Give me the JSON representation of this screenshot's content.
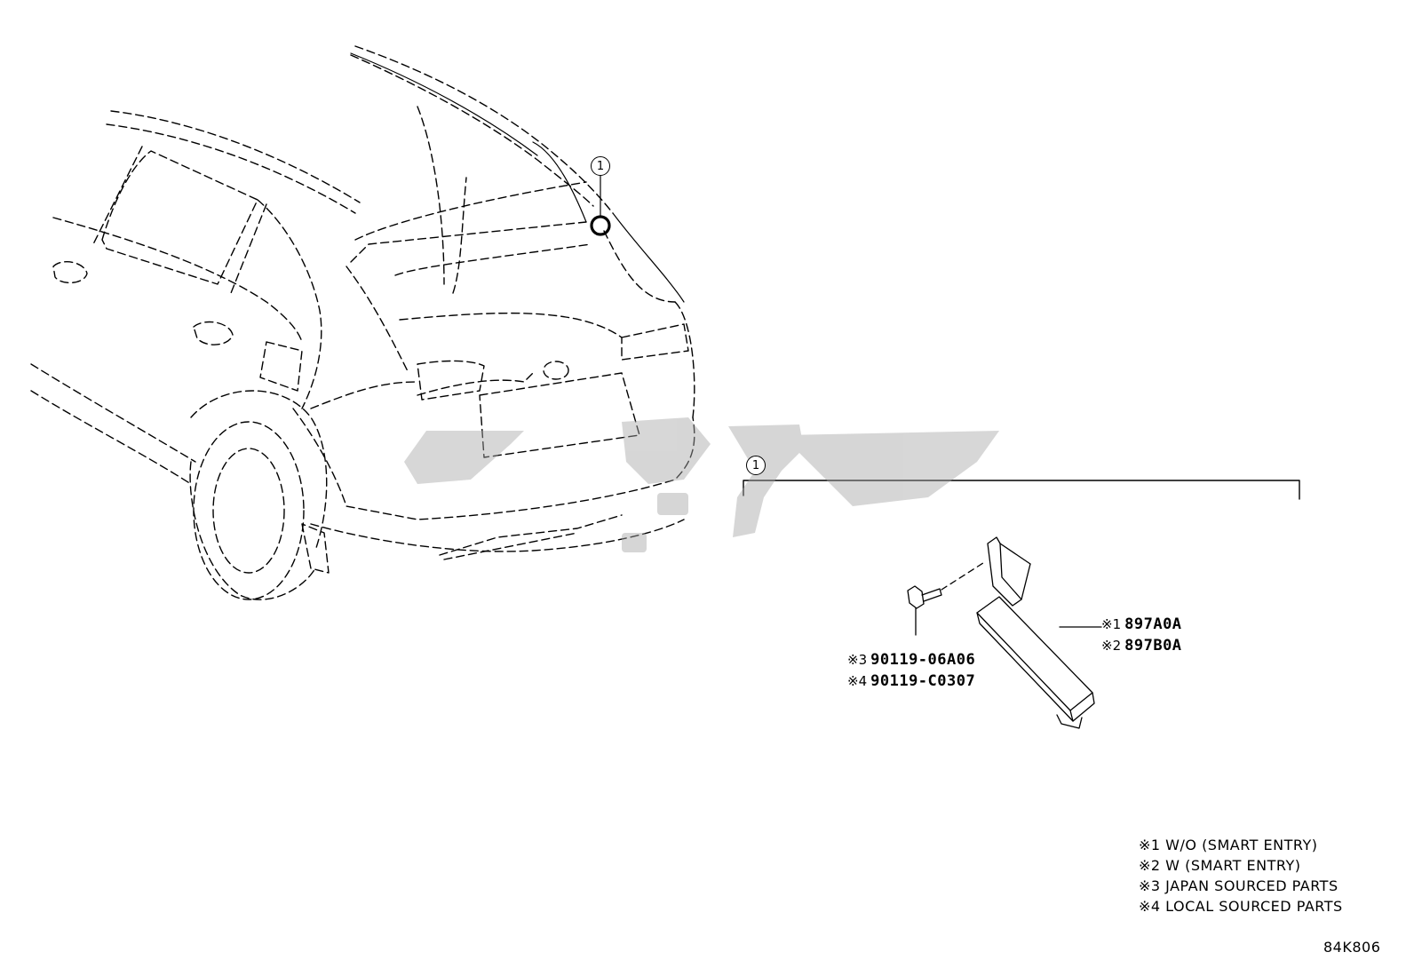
{
  "callouts": {
    "car": "1",
    "bracket": "1"
  },
  "parts": {
    "module": [
      {
        "mark": "※1",
        "number": "897A0A"
      },
      {
        "mark": "※2",
        "number": "897B0A"
      }
    ],
    "bolt": [
      {
        "mark": "※3",
        "number": "90119-06A06"
      },
      {
        "mark": "※4",
        "number": "90119-C0307"
      }
    ]
  },
  "notes": [
    "※1 W/O (SMART ENTRY)",
    "※2 W (SMART ENTRY)",
    "※3 JAPAN SOURCED PARTS",
    "※4 LOCAL SOURCED PARTS"
  ],
  "diagram_code": "84K806",
  "colors": {
    "line": "#000000",
    "watermark": "#a6a6a6"
  },
  "icons": {
    "watermark": "brand-watermark-icon"
  }
}
